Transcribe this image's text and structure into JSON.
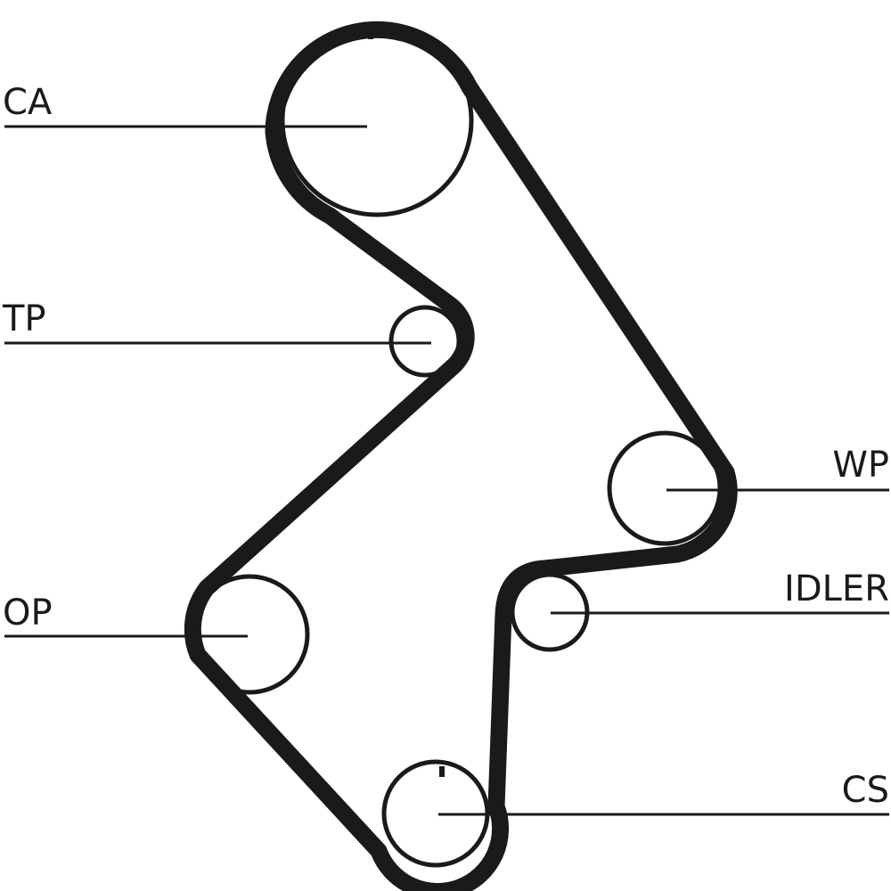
{
  "diagram": {
    "title": "Timing belt routing",
    "colors": {
      "belt": "#1a1a1a",
      "background": "#ffffff"
    },
    "pulleys": [
      {
        "id": "CA",
        "label": "CA"
      },
      {
        "id": "TP",
        "label": "TP"
      },
      {
        "id": "OP",
        "label": "OP"
      },
      {
        "id": "WP",
        "label": "WP"
      },
      {
        "id": "IDLER",
        "label": "IDLER"
      },
      {
        "id": "CS",
        "label": "CS"
      }
    ]
  }
}
